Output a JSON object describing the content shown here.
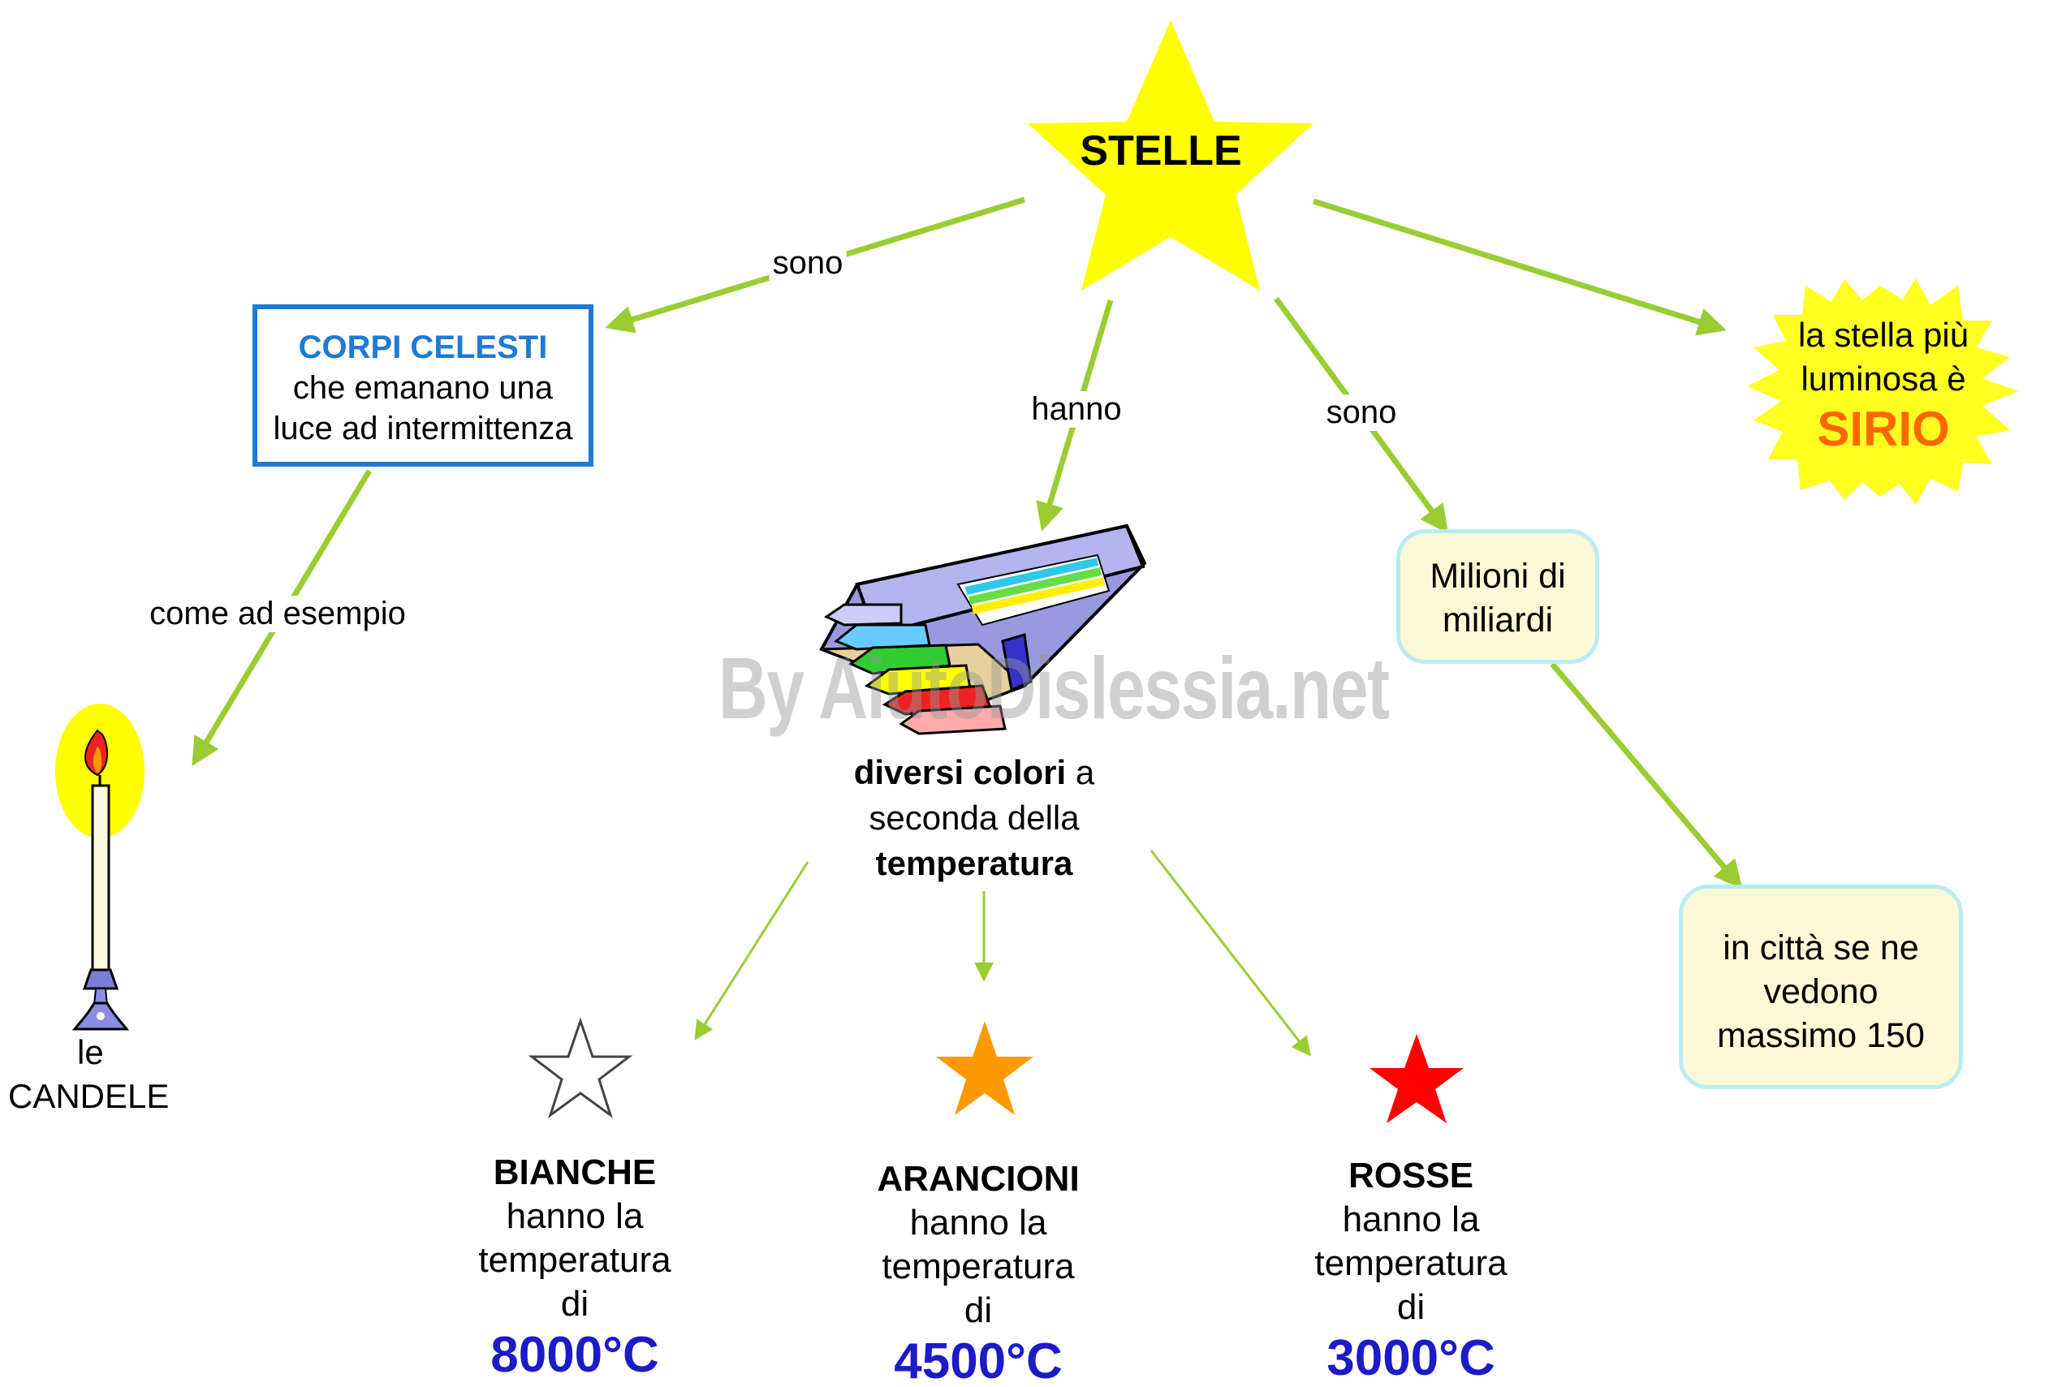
{
  "center": {
    "label": "STELLE"
  },
  "edges": {
    "sono_left": "sono",
    "hanno": "hanno",
    "sono_mid": "sono",
    "come_ad_esempio": "come ad esempio"
  },
  "corpi": {
    "title": "CORPI CELESTI",
    "line1": "che emanano una",
    "line2": "luce ad intermittenza"
  },
  "candele": {
    "line1": "le",
    "line2": "CANDELE"
  },
  "colori": {
    "part1": "diversi colori",
    "part2": " a",
    "line2": "seconda della",
    "line3": "temperatura"
  },
  "milioni": {
    "line1": "Milioni di",
    "line2": "miliardi"
  },
  "citta": {
    "line1": "in città se ne",
    "line2": "vedono",
    "line3": "massimo 150"
  },
  "sirio": {
    "line1": "la stella più",
    "line2": "luminosa è",
    "name": "SIRIO"
  },
  "types": [
    {
      "name": "BIANCHE",
      "desc1": "hanno la",
      "desc2": "temperatura",
      "desc3": "di",
      "temp": "8000°C"
    },
    {
      "name": "ARANCIONI",
      "desc1": "hanno la",
      "desc2": "temperatura",
      "desc3": "di",
      "temp": "4500°C"
    },
    {
      "name": "ROSSE",
      "desc1": "hanno la",
      "desc2": "temperatura",
      "desc3": "di",
      "temp": "3000°C"
    }
  ],
  "watermark": "By AiutoDislessia.net",
  "colors": {
    "arrow": "#9acd32",
    "star_main": "#ffff00",
    "corpi_border": "#1e7ad6",
    "corpi_title": "#1e7ad6",
    "round_fill": "#fdf9d6",
    "round_border": "#b7ecf5",
    "temp_value": "#1b1bc8",
    "sirio_text": "#ff6600",
    "star_orange": "#ff9900",
    "star_red": "#ff0000"
  },
  "icons": [
    "main-star-icon",
    "sirio-burst-icon",
    "candle-icon",
    "pencil-box-icon",
    "white-star-icon",
    "orange-star-icon",
    "red-star-icon"
  ]
}
